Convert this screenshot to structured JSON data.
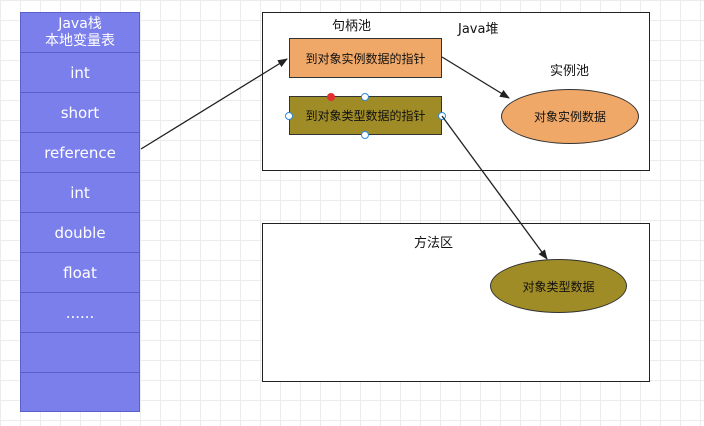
{
  "stack": {
    "title_line1": "Java栈",
    "title_line2": "本地变量表",
    "cells": [
      "int",
      "short",
      "reference",
      "int",
      "double",
      "float",
      "......",
      "",
      ""
    ]
  },
  "heap": {
    "title": "Java堆",
    "handle_pool_label": "句柄池",
    "instance_pool_label": "实例池",
    "instance_pointer": "到对象实例数据的指针",
    "type_pointer": "到对象类型数据的指针",
    "instance_data": "对象实例数据"
  },
  "method_area": {
    "title": "方法区",
    "type_data": "对象类型数据"
  },
  "colors": {
    "stack_fill": "#7b7fec",
    "instance_fill": "#f0a868",
    "type_fill": "#a08c26"
  }
}
